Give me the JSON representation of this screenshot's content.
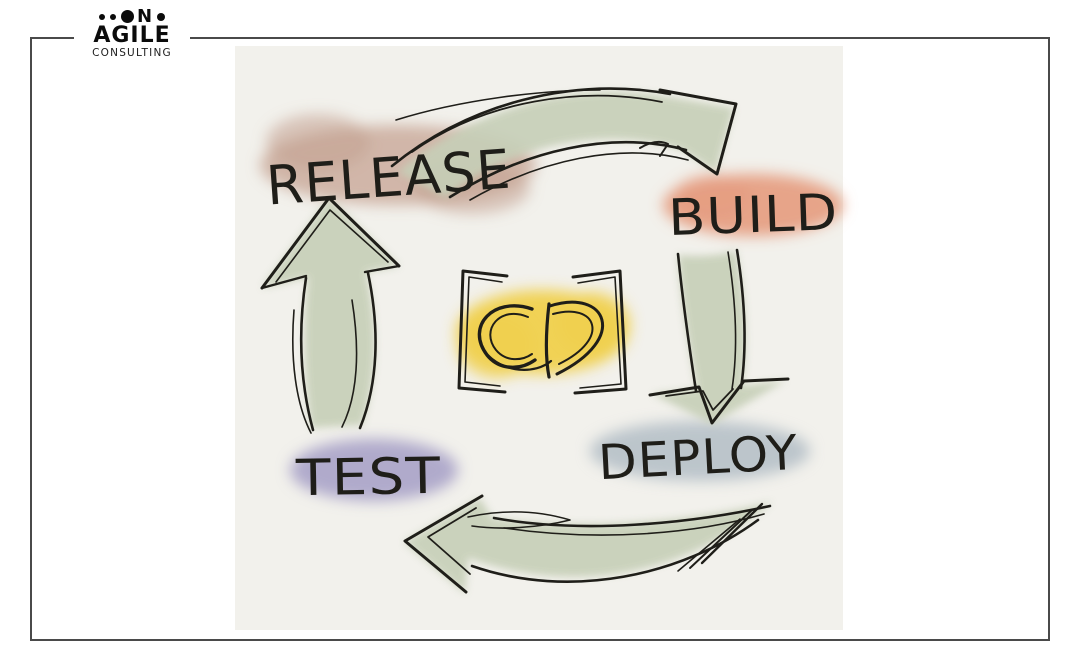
{
  "page": {
    "background": "#ffffff",
    "frame_color": "#4a4a4a"
  },
  "logo": {
    "mark_letter": "N",
    "brand": "AGILE",
    "subtitle": "CONSULTING"
  },
  "diagram": {
    "canvas_background": "#f2f1ec",
    "center_label": "CD",
    "center_highlight": "#f0d04d",
    "arrow_color": "#c6cfb7",
    "ink_color": "#1f1e19",
    "nodes": [
      {
        "id": "release",
        "label": "RELEASE",
        "highlight": "#c3a08f"
      },
      {
        "id": "build",
        "label": "BUILD",
        "highlight": "#e5997b"
      },
      {
        "id": "deploy",
        "label": "DEPLOY",
        "highlight": "#b6c0c8"
      },
      {
        "id": "test",
        "label": "TEST",
        "highlight": "#a59dc5"
      }
    ],
    "flow": [
      "RELEASE→BUILD",
      "BUILD→DEPLOY",
      "DEPLOY→TEST",
      "TEST→RELEASE"
    ]
  }
}
